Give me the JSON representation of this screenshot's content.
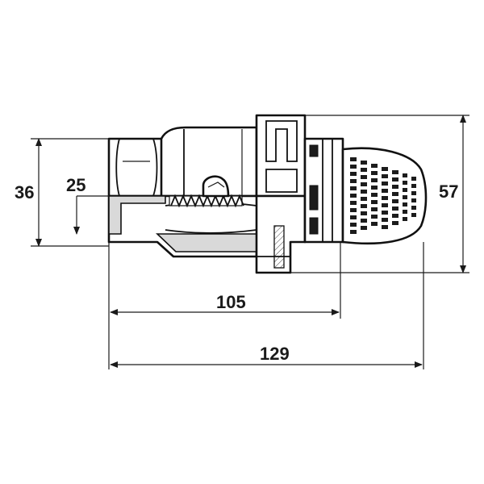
{
  "dimensions": {
    "height_overall": "36",
    "bore": "25",
    "height_strainer": "57",
    "length_body": "105",
    "length_total": "129"
  },
  "colors": {
    "line": "#111111",
    "fill_gray": "#d9d9d9",
    "background": "#ffffff"
  }
}
